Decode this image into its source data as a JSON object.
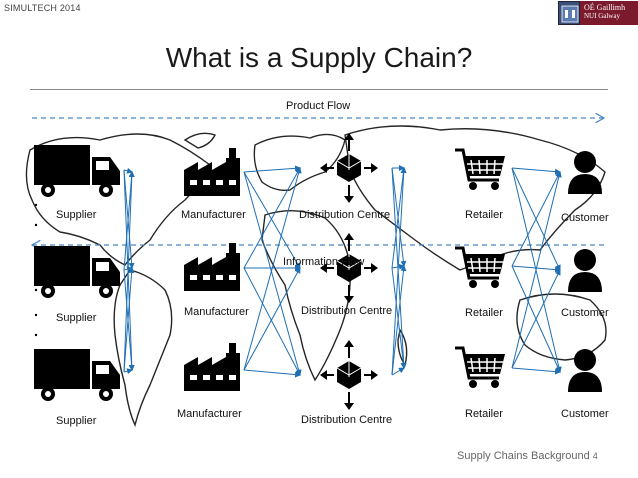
{
  "header": {
    "conference": "SIMULTECH 2014",
    "logo_line1": "OÉ Gaillimh",
    "logo_line2": "NUI Galway"
  },
  "slide": {
    "title": "What is a Supply Chain?"
  },
  "diagram": {
    "product_flow_label": "Product Flow",
    "information_flow_label": "Information Flow",
    "supplier_labels": [
      "Supplier",
      "Supplier",
      "Supplier"
    ],
    "manufacturer_labels": [
      "Manufacturer",
      "Manufacturer",
      "Manufacturer"
    ],
    "distribution_labels": [
      "Distribution Centre",
      "Distribution Centre",
      "Distribution Centre"
    ],
    "retailer_labels": [
      "Retailer",
      "Retailer",
      "Retailer"
    ],
    "customer_labels": [
      "Customer",
      "Customer",
      "Customer"
    ],
    "icons": [
      "truck-icon",
      "factory-icon",
      "box-arrows-icon",
      "shopping-cart-icon",
      "person-icon"
    ],
    "colors": {
      "link": "#1f6fb4",
      "flow": "#4a86c5",
      "icon": "#000000",
      "logo": "#7a1a2c"
    }
  },
  "footer": {
    "text": "Supply Chains Background",
    "page_number": "4"
  }
}
